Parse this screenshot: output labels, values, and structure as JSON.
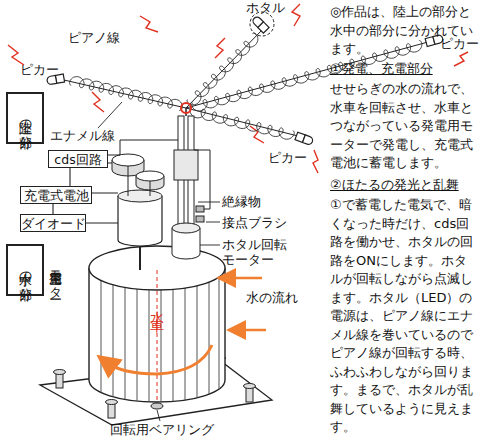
{
  "diagram": {
    "nodes": [
      {
        "text": [
          "陸上の部分"
        ]
      },
      {
        "text": [
          "cds回路"
        ]
      },
      {
        "text": [
          "充電式電池"
        ]
      },
      {
        "text": [
          "ダイオード"
        ]
      },
      {
        "text": [
          "水中の部分"
        ]
      }
    ],
    "edges": [
      {
        "from": 1,
        "to": 2,
        "arrow": "none"
      },
      {
        "from": 2,
        "to": 3,
        "arrow": "none"
      }
    ],
    "labels": [
      "ホタル",
      "ピカー",
      "ピアノ線",
      "ピカー",
      "エナメル線",
      "ピカー",
      "絶縁物",
      "接点ブラシ",
      "ホタル回転モーター",
      "水の流れ",
      "発電用モーター",
      "水車",
      "回転用ベアリング",
      "◎作品は、陸上の部分と水中の部分に分かれています。",
      "①発電、充電部分",
      "せせらぎの水の流れで、水車を回転させ、水車とつながっている発電用モーターで発電し、充電式電池に蓄電します。",
      "②ほたるの発光と乱舞",
      "①で蓄電した電気で、暗くなった時だけ、cds回路を働かせ、ホタルの回路をONにします。ホタルが回転しながら点滅します。ホタル（LED）の電源は、ピアノ線にエナメル線を巻いているのでピアノ線が回転する時、ふわふわしながら回ります。まるで、ホタルが乱舞しているように見えます。"
    ]
  }
}
